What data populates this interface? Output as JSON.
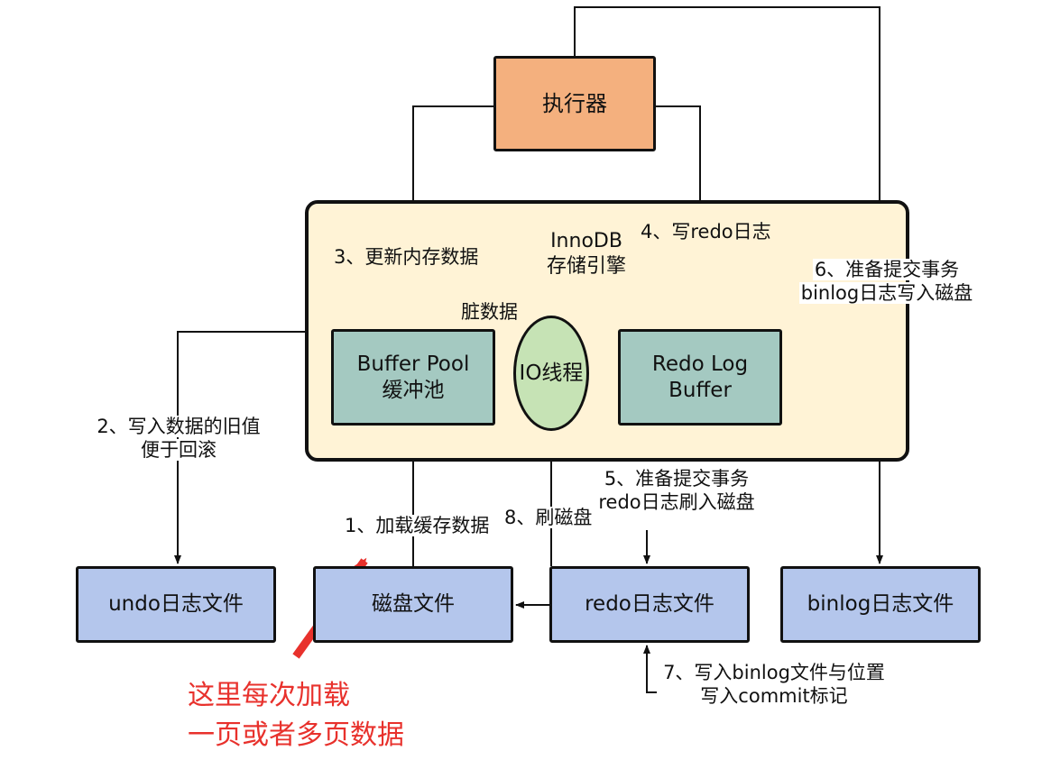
{
  "nodes": {
    "executor": "执行器",
    "engine_label": [
      "InnoDB",
      "存储引擎"
    ],
    "buffer_pool": [
      "Buffer Pool",
      "缓冲池"
    ],
    "io_thread": "IO线程",
    "redo_log_buffer": [
      "Redo Log",
      "Buffer"
    ],
    "undo_file": "undo日志文件",
    "disk_file": "磁盘文件",
    "redo_file": "redo日志文件",
    "binlog_file": "binlog日志文件"
  },
  "steps": {
    "step1": "1、加载缓存数据",
    "step2": [
      "2、写入数据的旧值",
      "便于回滚"
    ],
    "step3": "3、更新内存数据",
    "step4": "4、写redo日志",
    "step5": [
      "5、准备提交事务",
      "redo日志刷入磁盘"
    ],
    "step6": [
      "6、准备提交事务",
      "binlog日志写入磁盘"
    ],
    "step7": [
      "7、写入binlog文件与位置",
      "写入commit标记"
    ],
    "step8": "8、刷磁盘",
    "dirty_data": "脏数据"
  },
  "annotation": [
    "这里每次加载",
    "一页或者多页数据"
  ],
  "colors": {
    "executor": "#f4b07e",
    "engine": "#fff3d6",
    "memory_box": "#a4c9c1",
    "io_thread": "#c6e3b5",
    "file_box": "#b4c6ec",
    "annotation": "#e8312c"
  }
}
